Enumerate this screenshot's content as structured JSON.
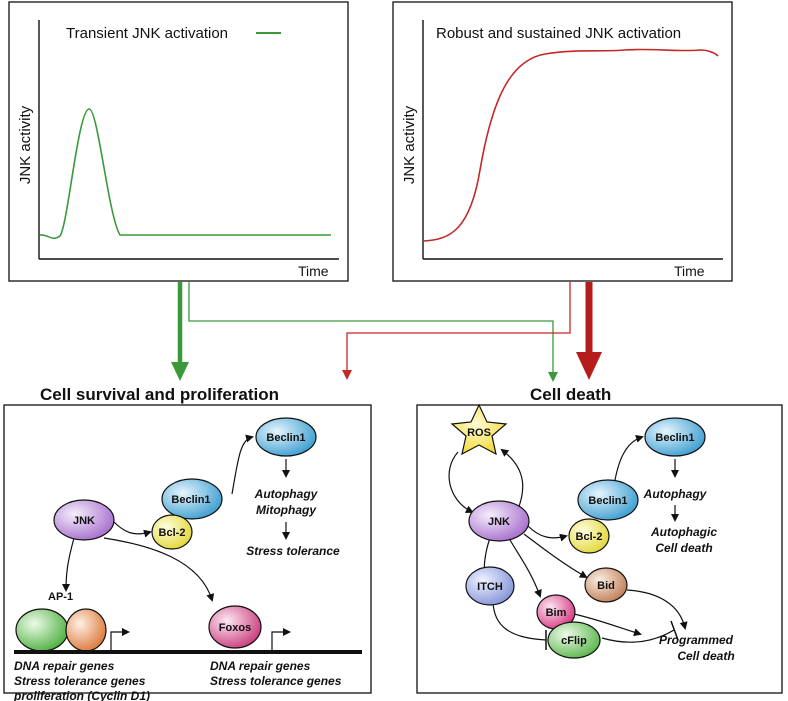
{
  "graphs": {
    "left": {
      "legend": "Transient JNK activation",
      "ylabel": "JNK activity",
      "xlabel": "Time",
      "line_color": "#3a9a3a"
    },
    "right": {
      "legend": "Robust and sustained JNK activation",
      "ylabel": "JNK activity",
      "xlabel": "Time",
      "line_color": "#c62828"
    }
  },
  "survival": {
    "title": "Cell survival and proliferation",
    "nodes": {
      "jnk": "JNK",
      "beclin1_top": "Beclin1",
      "beclin1": "Beclin1",
      "bcl2": "Bcl-2",
      "ap1": "AP-1",
      "foxos": "Foxos"
    },
    "autophagy": "Autophagy",
    "mitophagy": "Mitophagy",
    "stress_tolerance": "Stress tolerance",
    "genes_left": [
      "DNA repair genes",
      "Stress tolerance genes",
      "proliferation (Cyclin D1)"
    ],
    "genes_right": [
      "DNA repair genes",
      "Stress tolerance genes"
    ]
  },
  "death": {
    "title": "Cell death",
    "nodes": {
      "ros": "ROS",
      "jnk": "JNK",
      "beclin1_top": "Beclin1",
      "beclin1": "Beclin1",
      "bcl2": "Bcl-2",
      "bid": "Bid",
      "bim": "Bim",
      "itch": "ITCH",
      "cflip": "cFlip"
    },
    "autophagy": "Autophagy",
    "autophagic_cell_death": [
      "Autophagic",
      "Cell death"
    ],
    "programmed_cell_death": [
      "Programmed",
      "Cell death"
    ]
  },
  "colors": {
    "green": "#3a9a3a",
    "red": "#c62828",
    "beclin": "#3f9fd0",
    "jnk": "#b07fd0",
    "bcl2": "#e8e04a",
    "ap1_green": "#66c25a",
    "ap1_orange": "#e08a50",
    "foxos": "#d04e8a",
    "bid": "#c98c62",
    "bim": "#d83f86",
    "itch": "#8b9fdc",
    "cflip": "#76c26a",
    "ros": "#f5e13c"
  }
}
